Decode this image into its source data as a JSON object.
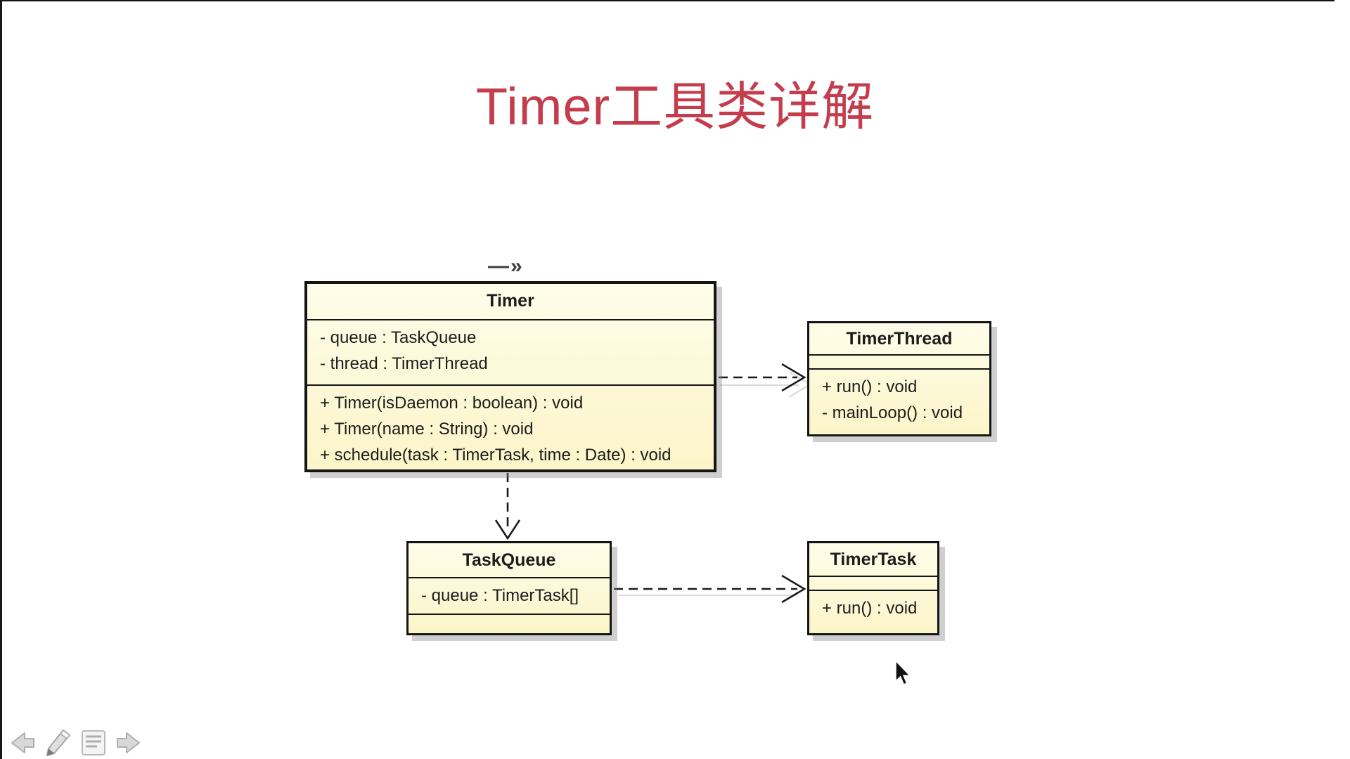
{
  "title": {
    "text": "Timer工具类详解",
    "color": "#C43D4D"
  },
  "diagram": {
    "link_indicator": "—»",
    "classes": [
      {
        "name": "Timer",
        "attributes": [
          "- queue : TaskQueue",
          "- thread : TimerThread"
        ],
        "methods": [
          "+ Timer(isDaemon : boolean) : void",
          "+ Timer(name : String) : void",
          "+ schedule(task : TimerTask, time : Date) : void"
        ]
      },
      {
        "name": "TimerThread",
        "attributes": [],
        "methods": [
          "+ run() : void",
          "- mainLoop() : void"
        ]
      },
      {
        "name": "TaskQueue",
        "attributes": [
          "- queue : TimerTask[]"
        ],
        "methods": []
      },
      {
        "name": "TimerTask",
        "attributes": [],
        "methods": [
          "+ run() : void"
        ]
      }
    ],
    "relationships": [
      {
        "from": "Timer",
        "to": "TimerThread",
        "type": "dashed-dependency"
      },
      {
        "from": "Timer",
        "to": "TaskQueue",
        "type": "dashed-dependency"
      },
      {
        "from": "TaskQueue",
        "to": "TimerTask",
        "type": "dashed-dependency"
      }
    ],
    "colors": {
      "class_fill": "#FCF7D4",
      "class_border": "#151515",
      "aggregation_diamond": "#F9A51A",
      "link_marker_green": "#1FA34D"
    }
  },
  "presenter_toolbar": {
    "icons": [
      "previous-slide",
      "pen",
      "slide-menu",
      "next-slide"
    ]
  }
}
